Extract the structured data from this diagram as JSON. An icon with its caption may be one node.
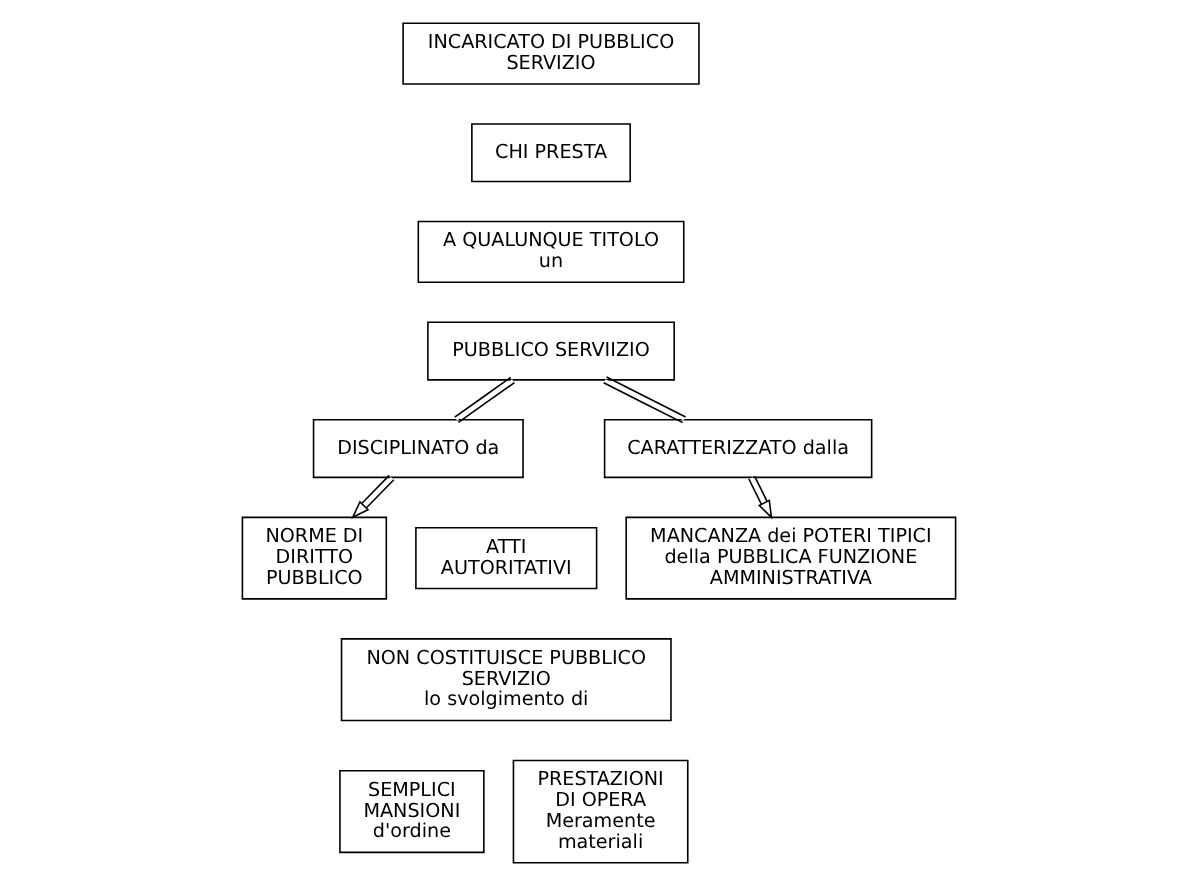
{
  "diagram": {
    "nodes": [
      {
        "text": [
          "INCARICATO DI PUBBLICO SERVIZIO"
        ]
      },
      {
        "text": [
          "CHI PRESTA"
        ]
      },
      {
        "text": [
          "A QUALUNQUE TITOLO",
          "un"
        ]
      },
      {
        "text": [
          "PUBBLICO SERVIIZIO"
        ]
      },
      {
        "text": [
          "DISCIPLINATO da"
        ]
      },
      {
        "text": [
          "CARATTERIZZATO dalla"
        ]
      },
      {
        "text": [
          "NORME DI DIRITTO PUBBLICO"
        ]
      },
      {
        "text": [
          "ATTI AUTORITATIVI"
        ]
      },
      {
        "text": [
          "MANCANZA dei POTERI TIPICI della PUBBLICA FUNZIONE AMMINISTRATIVA"
        ]
      },
      {
        "text": [
          "NON COSTITUISCE PUBBLICO SERVIZIO",
          "lo svolgimento di"
        ]
      },
      {
        "text": [
          "SEMPLICI MANSIONI",
          "d'ordine"
        ]
      },
      {
        "text": [
          "PRESTAZIONI DI OPERA",
          "Meramente materiali"
        ]
      }
    ],
    "edges": [
      {
        "from": 3,
        "to": 4,
        "arrow": "none"
      },
      {
        "from": 3,
        "to": 5,
        "arrow": "none"
      },
      {
        "from": 4,
        "to": 6,
        "arrow": "to"
      },
      {
        "from": 5,
        "to": 8,
        "arrow": "to"
      }
    ]
  }
}
